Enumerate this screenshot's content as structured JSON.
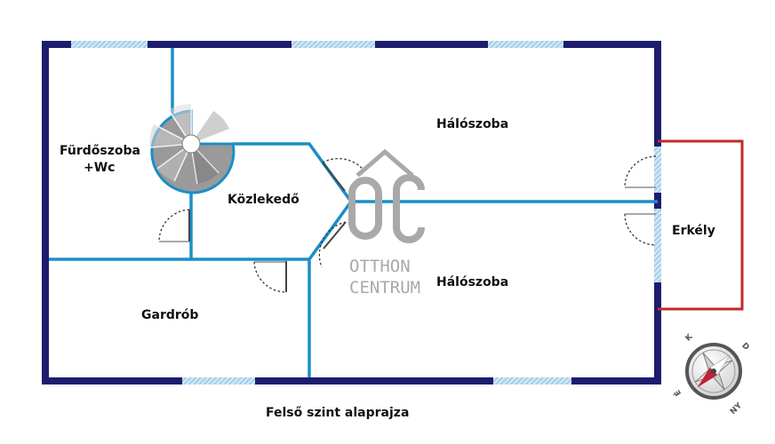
{
  "plan": {
    "caption": "Felső szint alaprajza",
    "rooms": {
      "furdoszoba_line1": "Fürdőszoba",
      "furdoszoba_line2": "+Wc",
      "kozlekedo": "Közlekedő",
      "haloszoba_upper": "Hálószoba",
      "haloszoba_lower": "Hálószoba",
      "gardrob": "Gardrób",
      "erkely": "Erkély"
    }
  },
  "watermark": {
    "logo_letters": "OC",
    "line1": "OTTHON",
    "line2": "CENTRUM"
  },
  "compass": {
    "letters": [
      "D",
      "NY",
      "É",
      "K"
    ]
  },
  "colors": {
    "outer_wall": "#1d1d6e",
    "inner_wall": "#1b8ec6",
    "window": "#9ecbe6",
    "balcony": "#c62828",
    "door_arc": "#333333",
    "watermark": "#a9a9a9",
    "compass_needle": "#c0223b"
  }
}
